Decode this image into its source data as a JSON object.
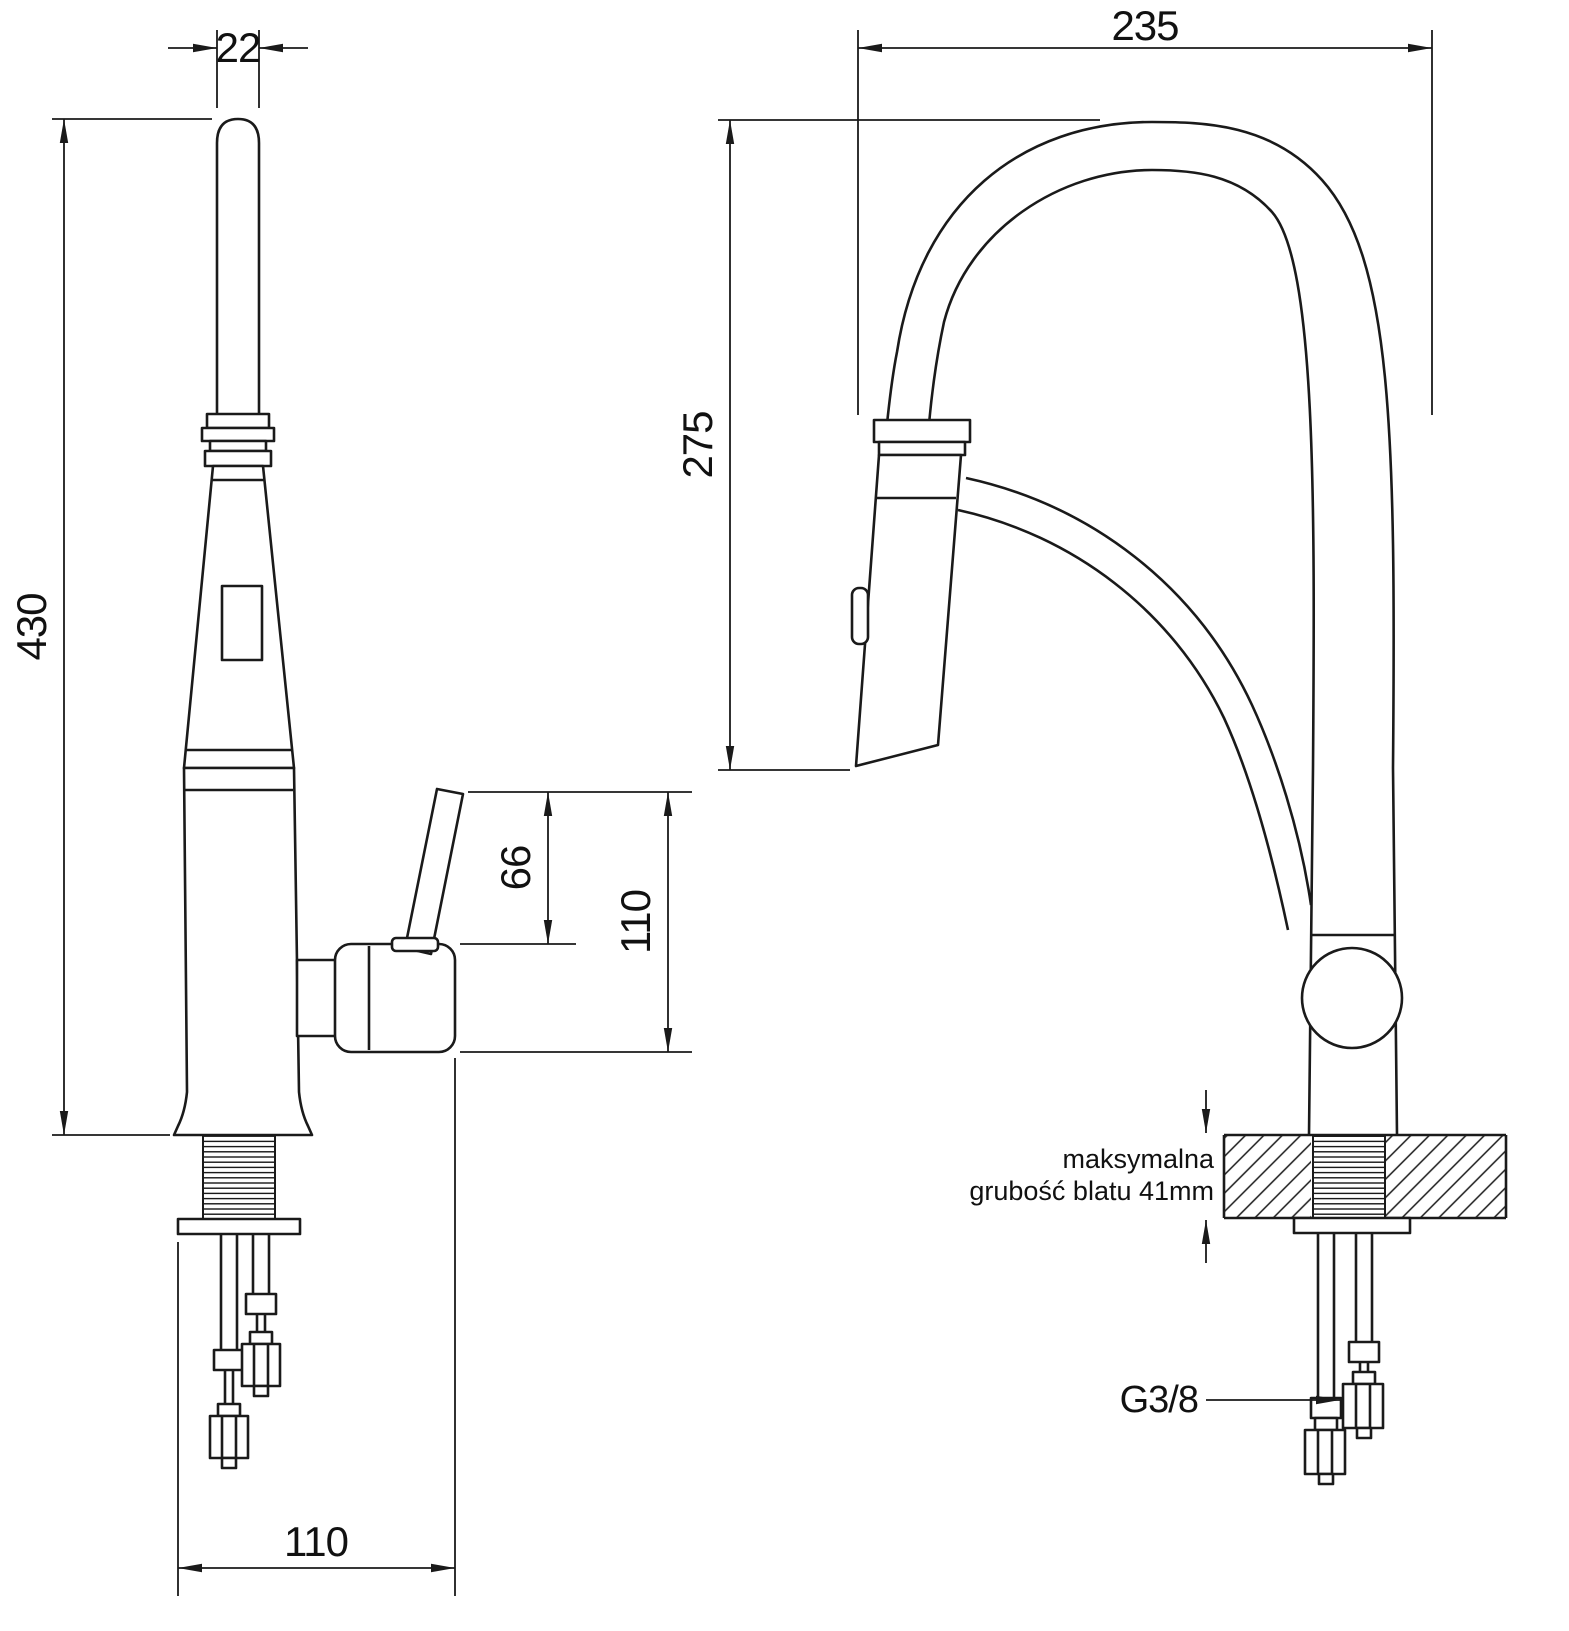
{
  "colors": {
    "line": "#1a1a1a",
    "background": "#ffffff"
  },
  "left_view": {
    "dim_spout_diameter": "22",
    "dim_total_height": "430",
    "dim_handle_height": "66",
    "dim_body_height": "110",
    "dim_base_width": "110"
  },
  "right_view": {
    "dim_spout_reach": "235",
    "dim_spout_height": "275",
    "countertop_note_line1": "maksymalna",
    "countertop_note_line2": "grubość blatu 41mm",
    "thread_size_label": "G3/8"
  }
}
